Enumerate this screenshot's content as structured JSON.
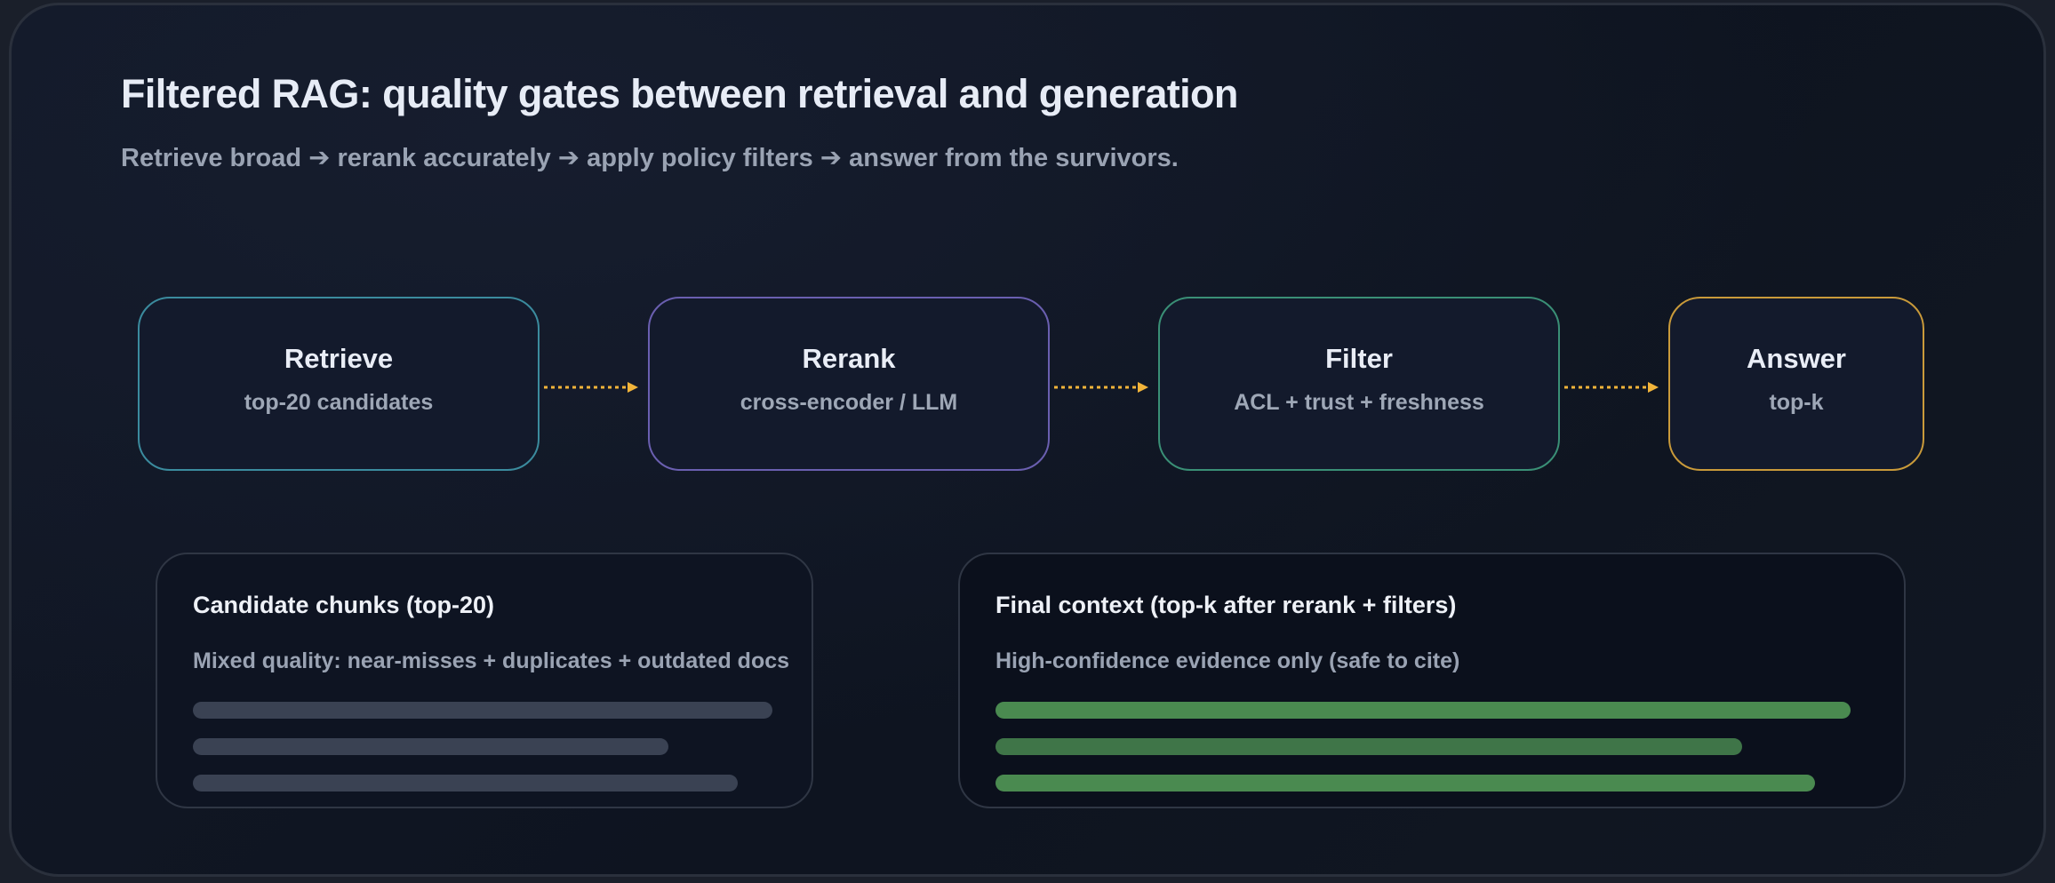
{
  "header": {
    "title": "Filtered RAG: quality gates between retrieval and generation",
    "subtitle": "Retrieve broad ➔ rerank accurately ➔ apply policy filters ➔ answer from the survivors."
  },
  "pipeline": [
    {
      "name": "Retrieve",
      "desc": "top-20 candidates",
      "color": "#3b8b9e"
    },
    {
      "name": "Rerank",
      "desc": "cross-encoder / LLM",
      "color": "#6a5fb0"
    },
    {
      "name": "Filter",
      "desc": "ACL + trust + freshness",
      "color": "#3a8f76"
    },
    {
      "name": "Answer",
      "desc": "top-k",
      "color": "#c99a3a"
    }
  ],
  "arrow_color": "#f2b43a",
  "panels": {
    "candidates": {
      "title": "Candidate chunks (top-20)",
      "desc": "Mixed quality: near-misses + duplicates + outdated docs",
      "bar_color": "#3a4253",
      "bars": [
        1.0,
        0.82,
        0.94
      ]
    },
    "final": {
      "title": "Final context (top-k after rerank + filters)",
      "desc": "High-confidence evidence only (safe to cite)",
      "bar_colors": [
        "#4a8a50",
        "#3f7548",
        "#4a8a50"
      ],
      "bars": [
        1.0,
        0.873,
        0.958
      ]
    }
  }
}
